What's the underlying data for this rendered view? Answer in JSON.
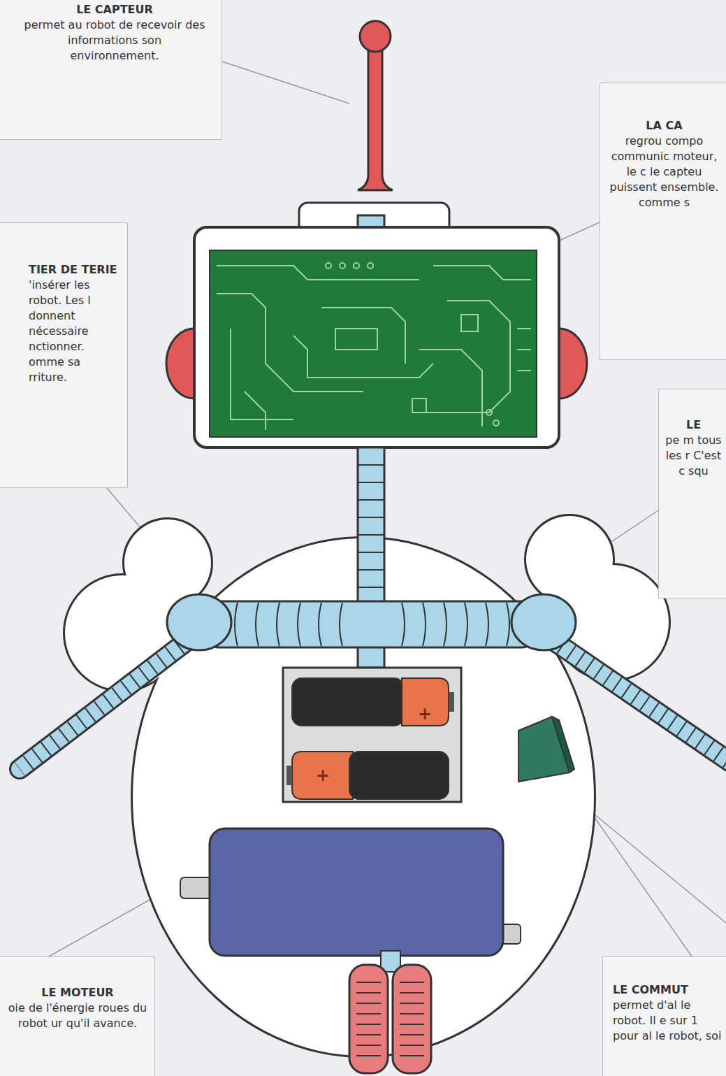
{
  "diagram": {
    "nodes": [
      {
        "text": [
          "LE CAPTEUR",
          "permet au robot de recevoir des informations son environnement."
        ]
      },
      {
        "text": [
          "TIER DE TERIE",
          "'insérer les robot. Les l donnent nécessaire nctionner. omme sa rriture."
        ]
      },
      {
        "text": [
          "LA CA",
          "regrou compo communic moteur, le c le capteu puissent ensemble. comme s"
        ]
      },
      {
        "text": [
          "LE",
          "pe m tous les r C'est c squ"
        ]
      },
      {
        "text": [
          "LE MOTEUR",
          "oie de l'énergie roues du robot ur qu'il avance."
        ]
      },
      {
        "text": [
          "LE COMMUT",
          "permet d'al le robot. Il e sur 1 pour al le robot, soi"
        ]
      }
    ],
    "labels": [
      "+",
      "+"
    ]
  }
}
